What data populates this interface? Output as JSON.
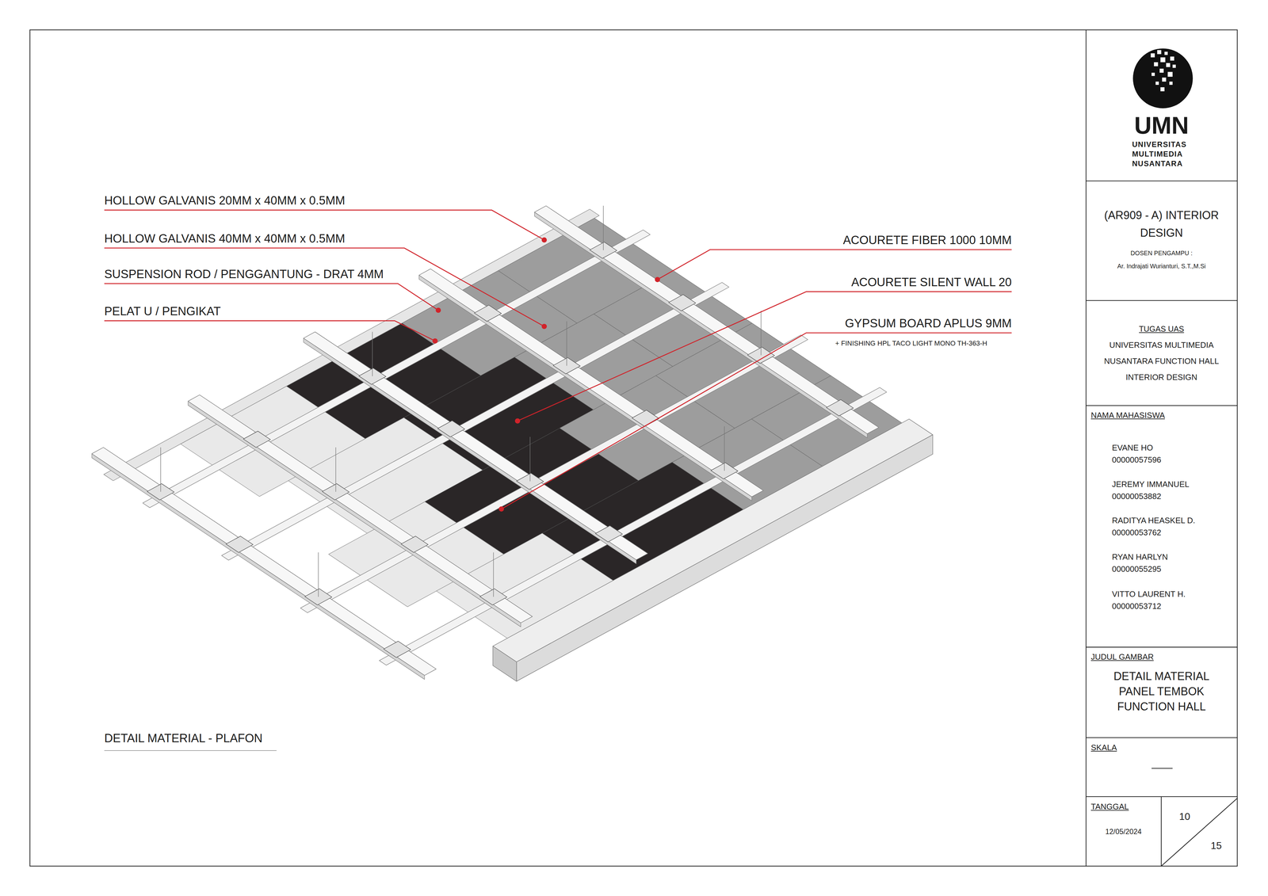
{
  "diagram": {
    "caption": "DETAIL MATERIAL - PLAFON",
    "nodes": [
      {
        "text": [
          "UMN",
          "UNIVERSITAS MULTIMEDIA NUSANTARA"
        ]
      },
      {
        "text": [
          "(AR909 - A) INTERIOR DESIGN",
          "DOSEN PENGAMPU :",
          "Ar. Indrajati Wurianturi, S.T.,M.Si"
        ]
      },
      {
        "text": [
          "TUGAS UAS",
          "UNIVERSITAS MULTIMEDIA NUSANTARA FUNCTION HALL INTERIOR DESIGN"
        ]
      },
      {
        "text": [
          "NAMA MAHASISWA",
          "EVANE HO",
          "00000057596",
          "JEREMY IMMANUEL",
          "00000053882",
          "RADITYA HEASKEL D.",
          "00000053762",
          "RYAN HARLYN",
          "00000055295",
          "VITTO LAURENT H.",
          "00000053712"
        ]
      },
      {
        "text": [
          "JUDUL GAMBAR",
          "DETAIL MATERIAL PANEL TEMBOK FUNCTION HALL"
        ]
      },
      {
        "text": [
          "SKALA"
        ]
      },
      {
        "text": [
          "TANGGAL",
          "12/05/2024"
        ]
      },
      {
        "text": [
          "10",
          "15"
        ]
      }
    ],
    "labels": [
      "HOLLOW GALVANIS 20MM x 40MM x 0.5MM",
      "HOLLOW GALVANIS 40MM x 40MM x 0.5MM",
      "SUSPENSION ROD / PENGGANTUNG - DRAT 4MM",
      "PELAT U / PENGIKAT",
      "ACOURETE FIBER 1000 10MM",
      "ACOURETE SILENT WALL 20",
      "GYPSUM BOARD APLUS 9MM",
      "+ FINISHING HPL TACO LIGHT MONO TH-363-H"
    ]
  }
}
